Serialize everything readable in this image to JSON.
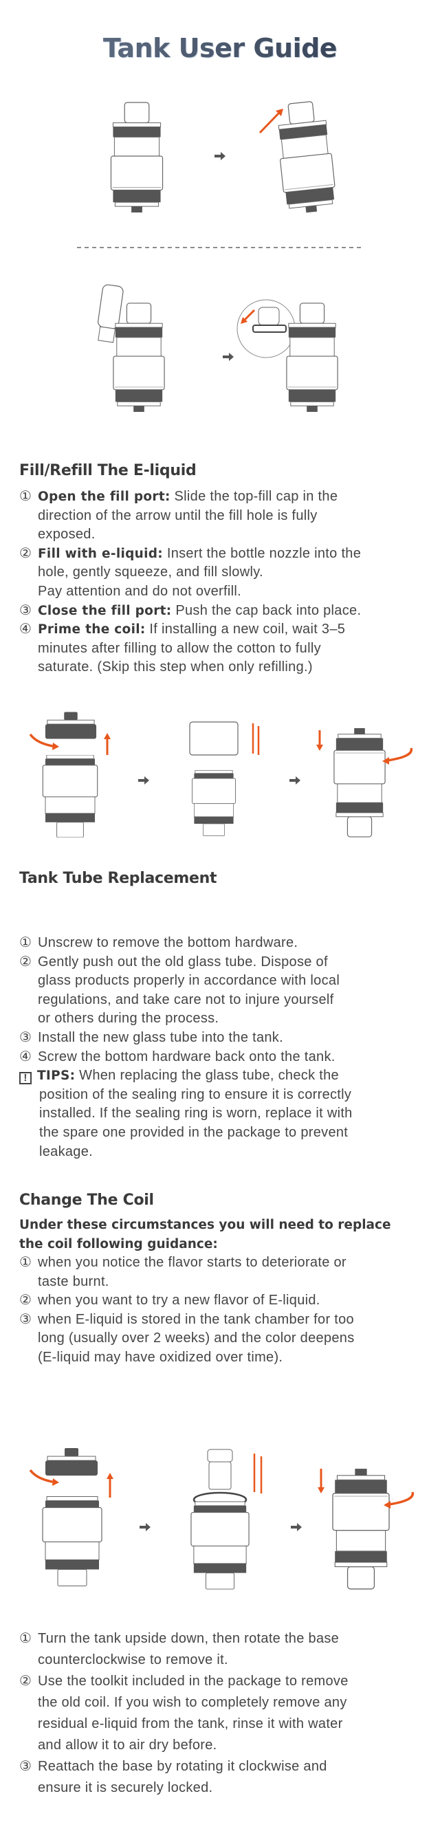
{
  "title": "Tank User Guide",
  "colors": {
    "accent": "#e8571c",
    "dark": "#555555",
    "text": "#454545"
  },
  "fill": {
    "heading": "Fill/Refill The E-liquid",
    "items": [
      {
        "num": "①",
        "label": "Open the fill port:",
        "lines": [
          " Slide the top-fill cap in the",
          "direction of the arrow until the fill hole is fully",
          "exposed."
        ]
      },
      {
        "num": "②",
        "label": "Fill with e-liquid:",
        "lines": [
          " Insert the bottle nozzle into the",
          "hole, gently squeeze, and fill slowly.",
          "Pay attention and do not overfill."
        ]
      },
      {
        "num": "③",
        "label": "Close the fill port:",
        "lines": [
          " Push the cap back into place."
        ]
      },
      {
        "num": "④",
        "label": "Prime the coil:",
        "lines": [
          " If installing a new coil, wait 3–5",
          "minutes after filling to allow the cotton to fully",
          "saturate. (Skip this step when only refilling.)"
        ]
      }
    ]
  },
  "tube": {
    "heading": "Tank Tube Replacement",
    "items": [
      {
        "num": "①",
        "lines": [
          "Unscrew to remove the bottom hardware."
        ]
      },
      {
        "num": "②",
        "lines": [
          "Gently push out the old glass tube. Dispose of",
          "glass products properly in accordance with local",
          "regulations, and take care not to injure yourself",
          "or others during the process."
        ]
      },
      {
        "num": "③",
        "lines": [
          "Install the new glass tube into the tank."
        ]
      },
      {
        "num": "④",
        "lines": [
          "Screw the bottom hardware back onto the tank."
        ]
      }
    ],
    "tips": {
      "icon": "!",
      "label": "TIPS:",
      "lines": [
        " When replacing the glass tube, check the",
        "position of the sealing ring to ensure it is correctly",
        "installed. If the sealing ring is worn, replace it with",
        "the spare one provided in the package to prevent",
        "leakage."
      ]
    }
  },
  "coil": {
    "heading": "Change The Coil",
    "intro": [
      "Under these circumstances you will need to replace",
      "the coil following guidance:"
    ],
    "reasons": [
      {
        "num": "①",
        "lines": [
          "when you notice the flavor starts to deteriorate or",
          "taste burnt."
        ]
      },
      {
        "num": "②",
        "lines": [
          "when you want to try a new flavor of E-liquid."
        ]
      },
      {
        "num": "③",
        "lines": [
          "when E-liquid is stored in the tank chamber for too",
          "long (usually over 2 weeks) and the color deepens",
          "(E-liquid may have oxidized over time)."
        ]
      }
    ],
    "steps": [
      {
        "num": "①",
        "lines": [
          "Turn the tank upside down, then rotate the base",
          "counterclockwise to remove it."
        ]
      },
      {
        "num": "②",
        "lines": [
          "Use the toolkit included in the package to remove",
          "the old coil. If you wish to completely remove any",
          "residual e-liquid from the tank, rinse it with water",
          "and allow it to air dry before."
        ]
      },
      {
        "num": "③",
        "lines": [
          "Reattach the base by rotating it clockwise and",
          "ensure it is securely locked."
        ]
      }
    ]
  }
}
